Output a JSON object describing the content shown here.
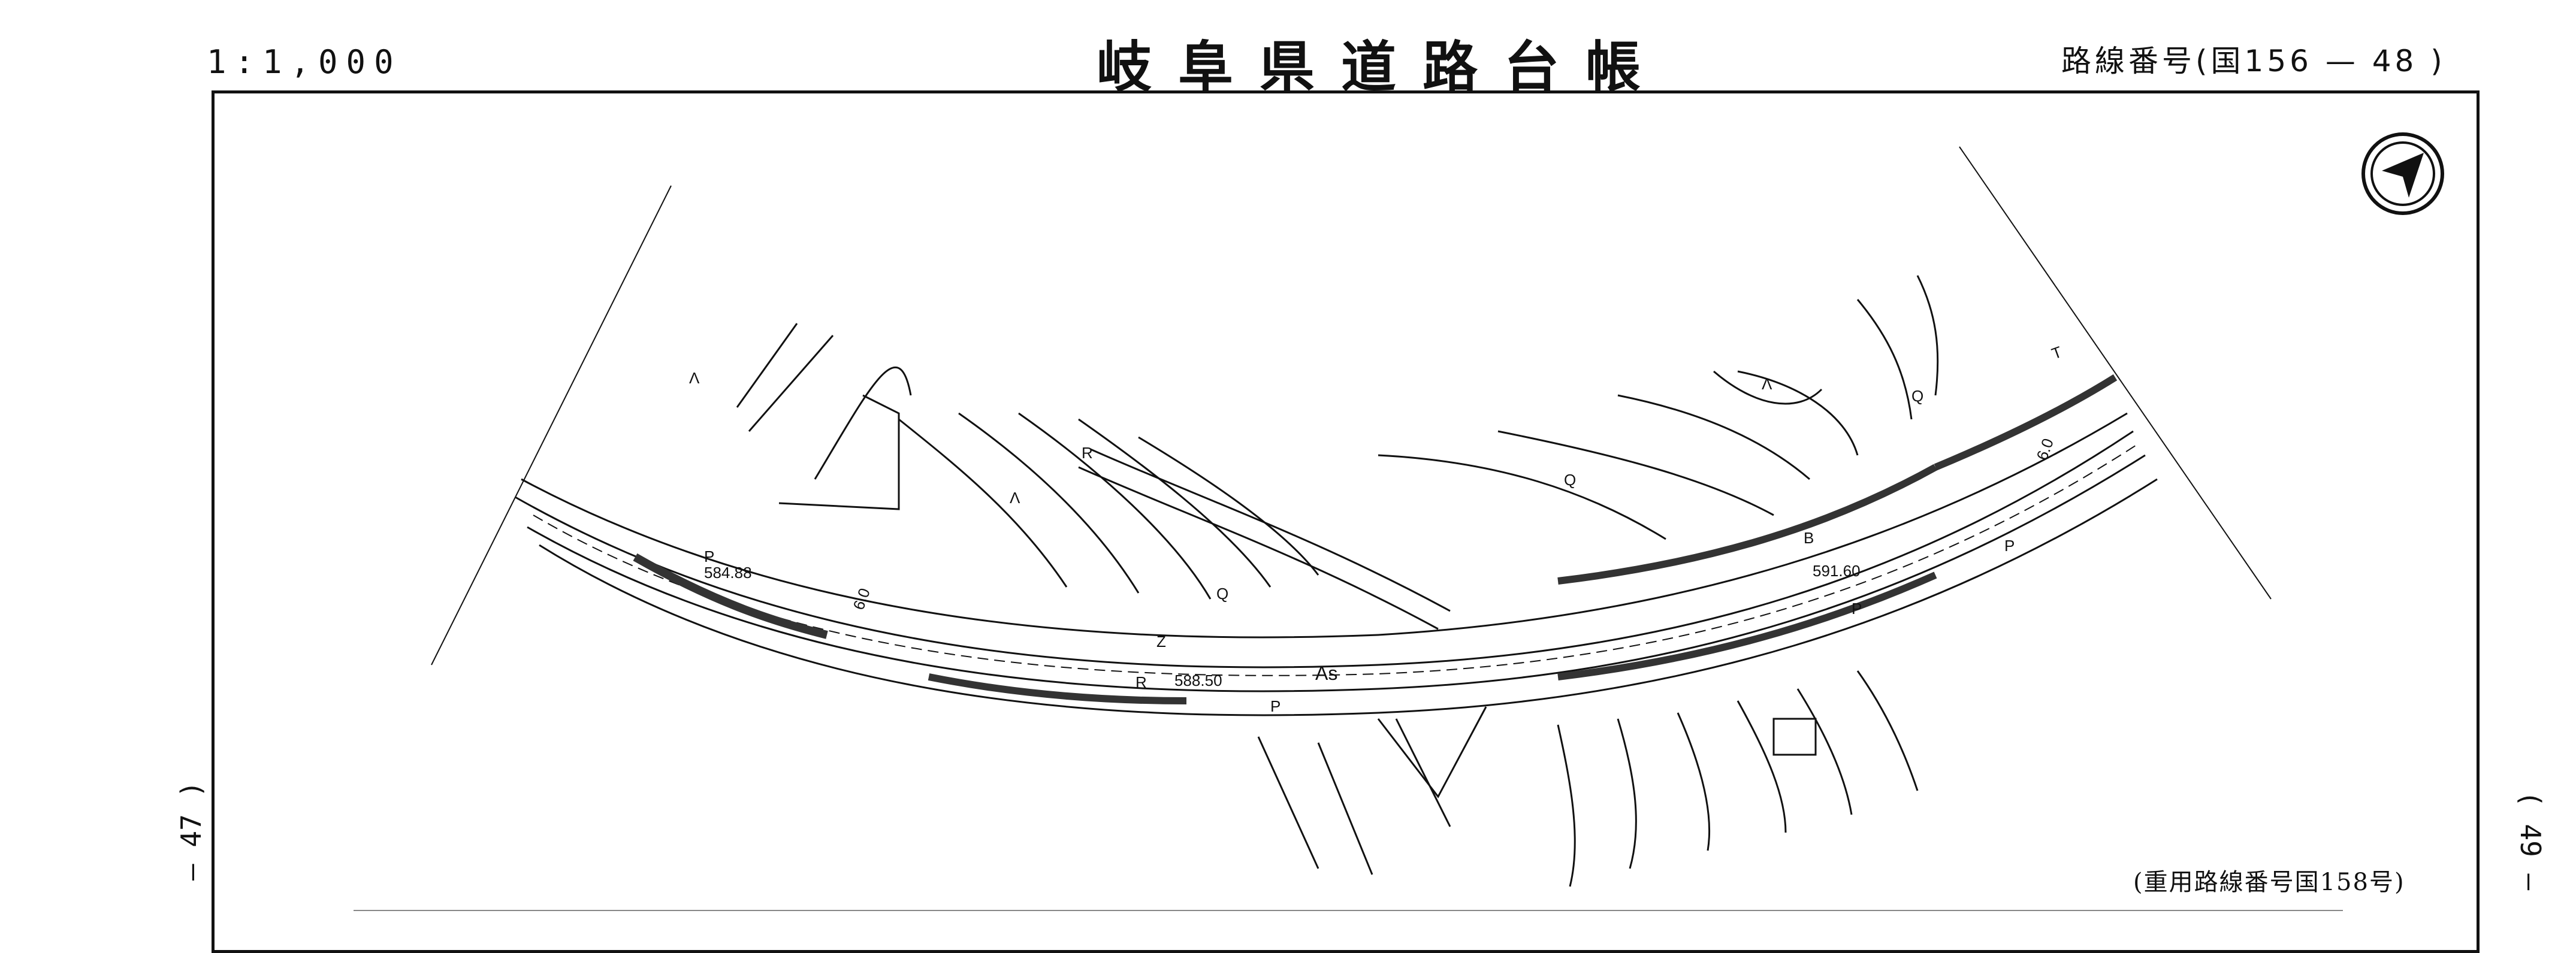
{
  "header": {
    "scale": "1:1,000",
    "title": "岐阜県道路台帳",
    "route_number": "路線番号(国156 — 48 )"
  },
  "map": {
    "labels": {
      "station_left": "584.88",
      "station_center": "588.50",
      "station_right": "591.60",
      "surface": "As",
      "width_left": "6.0",
      "width_right": "6.0",
      "p_left": "P",
      "p_center": "P",
      "p_right_a": "P",
      "p_right_b": "P",
      "r_mark": "R",
      "b_mark": "B",
      "z_mark": "Z",
      "q_left": "Q",
      "q_mid": "Q",
      "q_right": "Q",
      "lambda_left": "Λ",
      "lambda_mid": "Λ",
      "lambda_right": "Λ",
      "r_upper": "R",
      "t_symbol": "T"
    }
  },
  "footer": {
    "shared_route": "(重用路線番号国158号)",
    "left_page": "— 47 )",
    "right_page": "( 49 —"
  },
  "colors": {
    "ink": "#111111",
    "paper": "#ffffff"
  },
  "icons": {
    "north_arrow": "compass-north-arrow-icon"
  }
}
